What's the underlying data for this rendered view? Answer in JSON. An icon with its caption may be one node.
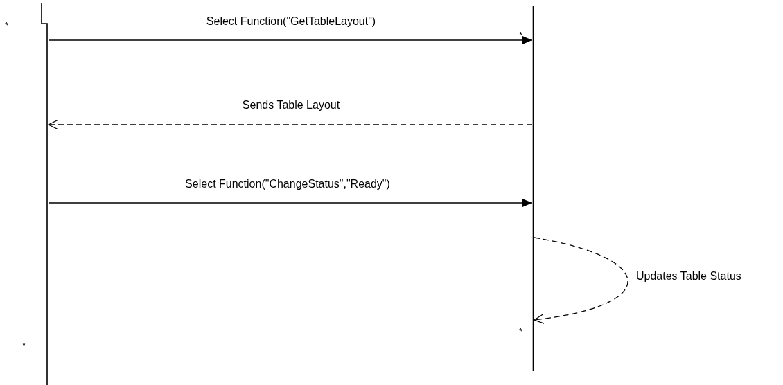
{
  "diagram": {
    "nodes": [
      {
        "text": [],
        "shape": "bar"
      },
      {
        "text": [],
        "shape": "bar"
      }
    ],
    "edges": [
      {
        "from": 0,
        "to": 1,
        "arrow": "to",
        "label": "Select Function(\"GetTableLayout\")"
      },
      {
        "from": 1,
        "to": 0,
        "arrow": "to",
        "style": "dashed",
        "label": "Sends Table Layout"
      },
      {
        "from": 0,
        "to": 1,
        "arrow": "to",
        "label": "Select Function(\"ChangeStatus\",\"Ready\")"
      },
      {
        "from": 1,
        "to": 1,
        "arrow": "to",
        "style": "dashed",
        "label": "Updates Table Status"
      }
    ],
    "labels": [
      "*",
      "*",
      "*",
      "*"
    ]
  }
}
